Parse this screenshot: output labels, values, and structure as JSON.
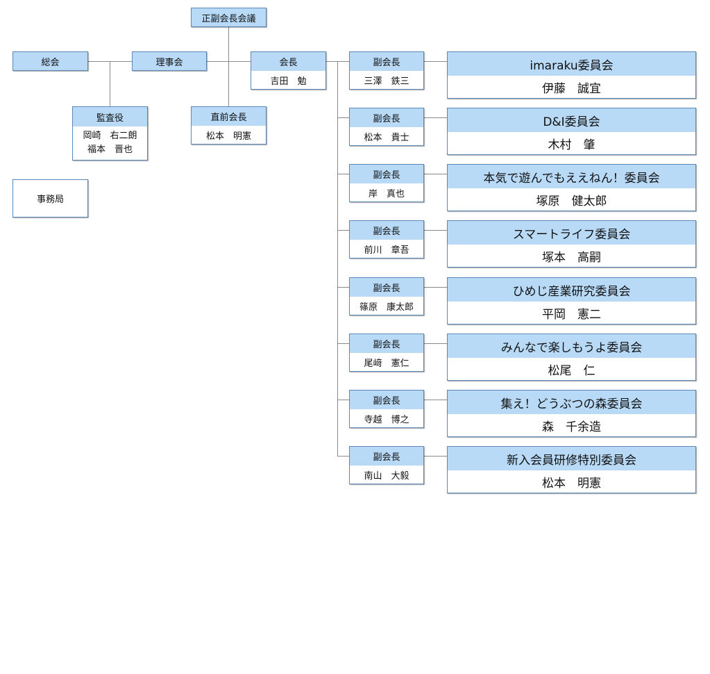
{
  "top": {
    "seiFukuKaichoKaigi": "正副会長会議",
    "soukai": "総会",
    "rijikai": "理事会",
    "jimukyoku": "事務局"
  },
  "kansa": {
    "title": "監査役",
    "names": [
      "岡崎　右二朗",
      "福本　晋也"
    ]
  },
  "kaicho": {
    "title": "会長",
    "name": "吉田　勉"
  },
  "chokuzen": {
    "title": "直前会長",
    "name": "松本　明憲"
  },
  "vice_title": "副会長",
  "vice": [
    {
      "name": "三澤　鉄三",
      "committee": "imaraku委員会",
      "chair": "伊藤　誠宜"
    },
    {
      "name": "松本　貴士",
      "committee": "D&I委員会",
      "chair": "木村　肇"
    },
    {
      "name": "岸　真也",
      "committee": "本気で遊んでもええねん！委員会",
      "chair": "塚原　健太郎"
    },
    {
      "name": "前川　章吾",
      "committee": "スマートライフ委員会",
      "chair": "塚本　高嗣"
    },
    {
      "name": "篠原　康太郎",
      "committee": "ひめじ産業研究委員会",
      "chair": "平岡　憲二"
    },
    {
      "name": "尾﨑　憲仁",
      "committee": "みんなで楽しもうよ委員会",
      "chair": "松尾　仁"
    },
    {
      "name": "寺越　博之",
      "committee": "集え！どうぶつの森委員会",
      "chair": "森　千余造"
    },
    {
      "name": "南山　大毅",
      "committee": "新入会員研修特別委員会",
      "chair": "松本　明憲"
    }
  ],
  "colors": {
    "header_fill": "#b8daf7",
    "border": "#5b86b8",
    "line": "#8a8a8a"
  }
}
